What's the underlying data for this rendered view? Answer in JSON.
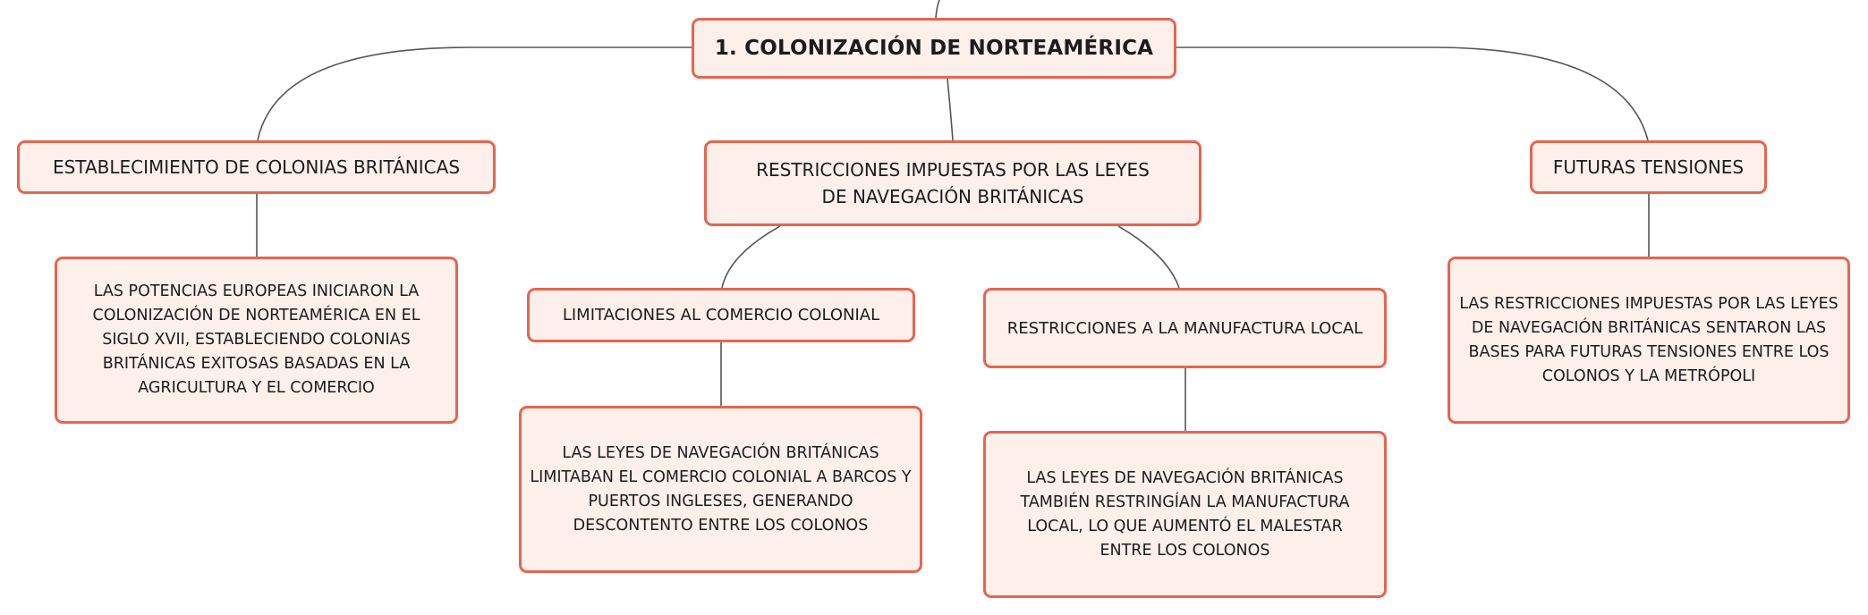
{
  "colors": {
    "node_fill": "#fdefea",
    "node_border": "#e8644f",
    "connector": "#555555",
    "text": "#1c1c1c"
  },
  "root": {
    "label": "1. COLONIZACIÓN DE NORTEAMÉRICA"
  },
  "branches": {
    "establishment": {
      "label": "ESTABLECIMIENTO DE COLONIAS BRITÁNICAS",
      "detail": "LAS POTENCIAS EUROPEAS INICIARON LA COLONIZACIÓN DE NORTEAMÉRICA EN EL SIGLO XVII, ESTABLECIENDO COLONIAS BRITÁNICAS EXITOSAS BASADAS EN LA AGRICULTURA Y EL COMERCIO"
    },
    "restrictions": {
      "label": "RESTRICCIONES IMPUESTAS POR LAS LEYES DE NAVEGACIÓN BRITÁNICAS",
      "children": {
        "trade": {
          "label": "LIMITACIONES AL COMERCIO COLONIAL",
          "detail": "LAS LEYES DE NAVEGACIÓN BRITÁNICAS LIMITABAN EL COMERCIO COLONIAL A BARCOS Y PUERTOS INGLESES, GENERANDO DESCONTENTO ENTRE LOS COLONOS"
        },
        "manufacture": {
          "label": "RESTRICCIONES A LA MANUFACTURA LOCAL",
          "detail": "LAS LEYES DE NAVEGACIÓN BRITÁNICAS TAMBIÉN RESTRINGÍAN LA MANUFACTURA LOCAL, LO QUE AUMENTÓ EL MALESTAR ENTRE LOS COLONOS"
        }
      }
    },
    "tensions": {
      "label": "FUTURAS TENSIONES",
      "detail": "LAS RESTRICCIONES IMPUESTAS POR LAS LEYES DE NAVEGACIÓN BRITÁNICAS SENTARON LAS BASES PARA FUTURAS TENSIONES ENTRE LOS COLONOS Y LA METRÓPOLI"
    }
  }
}
